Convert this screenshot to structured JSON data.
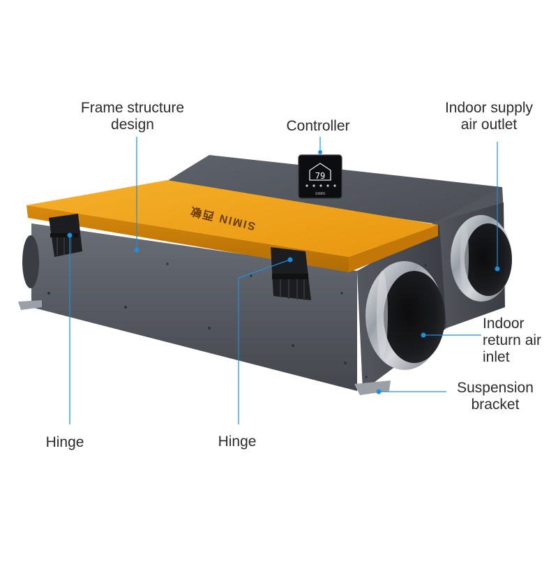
{
  "labels": {
    "frame_structure": {
      "line1": "Frame structure",
      "line2": "design"
    },
    "controller": {
      "line1": "Controller"
    },
    "indoor_supply": {
      "line1": "Indoor supply",
      "line2": "air outlet"
    },
    "indoor_return": {
      "line1": "Indoor",
      "line2": "return air",
      "line3": "inlet"
    },
    "suspension": {
      "line1": "Suspension",
      "line2": "bracket"
    },
    "hinge_left": {
      "line1": "Hinge"
    },
    "hinge_mid": {
      "line1": "Hinge"
    }
  },
  "product": {
    "lid_brand_text": "SIMIN 西敏",
    "controller_display": "79",
    "controller_brand": "SIMIN"
  },
  "colors": {
    "lid_orange": "#f2a31c",
    "body_dark": "#5a5e66",
    "callout_blue": "#1e8fe0",
    "label_text": "#2b2b2b"
  },
  "icons": {
    "callout_dot": "circle-marker"
  }
}
